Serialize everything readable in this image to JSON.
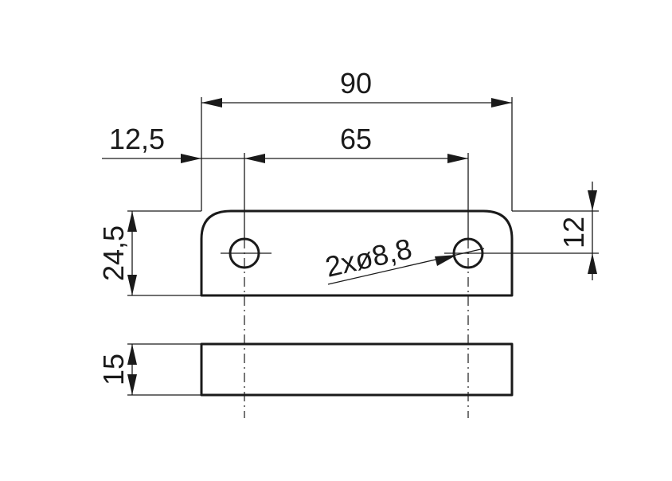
{
  "drawing": {
    "dimensions": {
      "overall_length": "90",
      "hole_spacing": "65",
      "hole_offset": "12,5",
      "width": "24,5",
      "hole_position": "12",
      "hole_callout": "2xø8,8",
      "thickness": "15"
    },
    "colors": {
      "line": "#1a1a1a",
      "background": "#ffffff"
    }
  }
}
